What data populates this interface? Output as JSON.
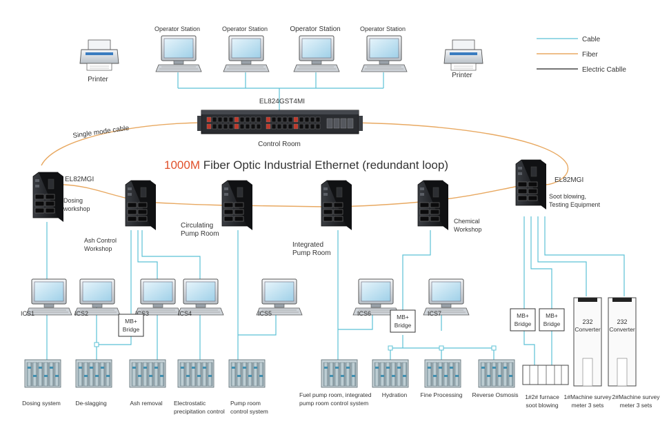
{
  "colors": {
    "cable": "#5bc0d5",
    "fiber": "#e8a860",
    "electric": "#222222",
    "title_accent": "#e0502a"
  },
  "legend": [
    {
      "label": "Cable",
      "color": "#5bc0d5"
    },
    {
      "label": "Fiber",
      "color": "#e8a860"
    },
    {
      "label": "Electric Cablle",
      "color": "#222222"
    }
  ],
  "top": {
    "operator_stations": [
      "Operator Station",
      "Operator Station",
      "Operator Station",
      "Operator Station"
    ],
    "printers": [
      "Printer",
      "Printer"
    ],
    "core_switch": "EL824GST4MI",
    "control_room": "Control Room",
    "single_mode": "Single mode cable"
  },
  "title": {
    "accent": "1000M",
    "rest": " Fiber Optic Industrial Ethernet (redundant loop)"
  },
  "switches": {
    "left": {
      "model": "EL82MGI",
      "name1": "Dosing",
      "name2": "workshop"
    },
    "ash": {
      "name1": "Ash Control",
      "name2": "Workshop"
    },
    "circ": {
      "name1": "Circulating",
      "name2": "Pump Room"
    },
    "integ": {
      "name1": "Integrated",
      "name2": "Pump Room"
    },
    "chem": {
      "name1": "Chemical",
      "name2": "Workshop"
    },
    "right": {
      "model": "EL82MGI",
      "name1": "Soot blowing,",
      "name2": "Testing Equipment"
    }
  },
  "ics": [
    "ICS1",
    "ICS2",
    "ICS3",
    "ICS4",
    "ICS5",
    "ICS6",
    "ICS7"
  ],
  "bridges": {
    "line1": "MB+",
    "line2": "Bridge"
  },
  "converters": {
    "line1": "232",
    "line2": "Converter"
  },
  "bottom": {
    "dosing": "Dosing system",
    "deslag": "De-slagging",
    "ash": "Ash removal",
    "electro1": "Electrostatic",
    "electro2": "precipitation control",
    "pump1": "Pump room",
    "pump2": "control system",
    "fuel1": "Fuel pump room, integrated",
    "fuel2": "pump room control system",
    "hydration": "Hydration",
    "fine": "Fine Processing",
    "reverse": "Reverse Osmosis",
    "soot1": "1#2# furnace",
    "soot2": "soot blowing",
    "survey1a": "1#Machine survey",
    "survey1b": "meter 3 sets",
    "survey2a": "2#Machine survey",
    "survey2b": "meter 3 sets"
  }
}
